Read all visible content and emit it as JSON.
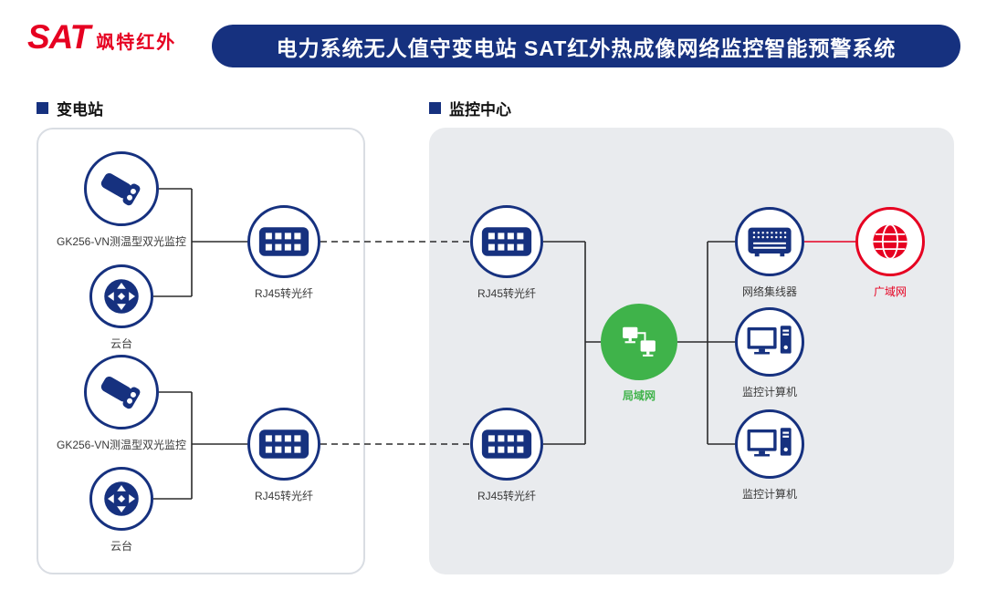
{
  "header": {
    "logo_sat": "SAT",
    "logo_cn": "飒特红外",
    "title": "电力系统无人值守变电站 SAT红外热成像网络监控智能预警系统"
  },
  "sections": {
    "substation": "变电站",
    "monitoring_center": "监控中心"
  },
  "nodes": {
    "camera1": "GK256-VN测温型双光监控",
    "pantilt1": "云台",
    "rj45_sub1": "RJ45转光纤",
    "camera2": "GK256-VN测温型双光监控",
    "pantilt2": "云台",
    "rj45_sub2": "RJ45转光纤",
    "rj45_mc1": "RJ45转光纤",
    "rj45_mc2": "RJ45转光纤",
    "lan": "局域网",
    "hub": "网络集线器",
    "computer1": "监控计算机",
    "computer2": "监控计算机",
    "wan": "广域网"
  },
  "colors": {
    "primary_blue": "#16317f",
    "accent_red": "#e60021",
    "lan_green": "#3fb34a",
    "panel_gray": "#e9ebee"
  }
}
